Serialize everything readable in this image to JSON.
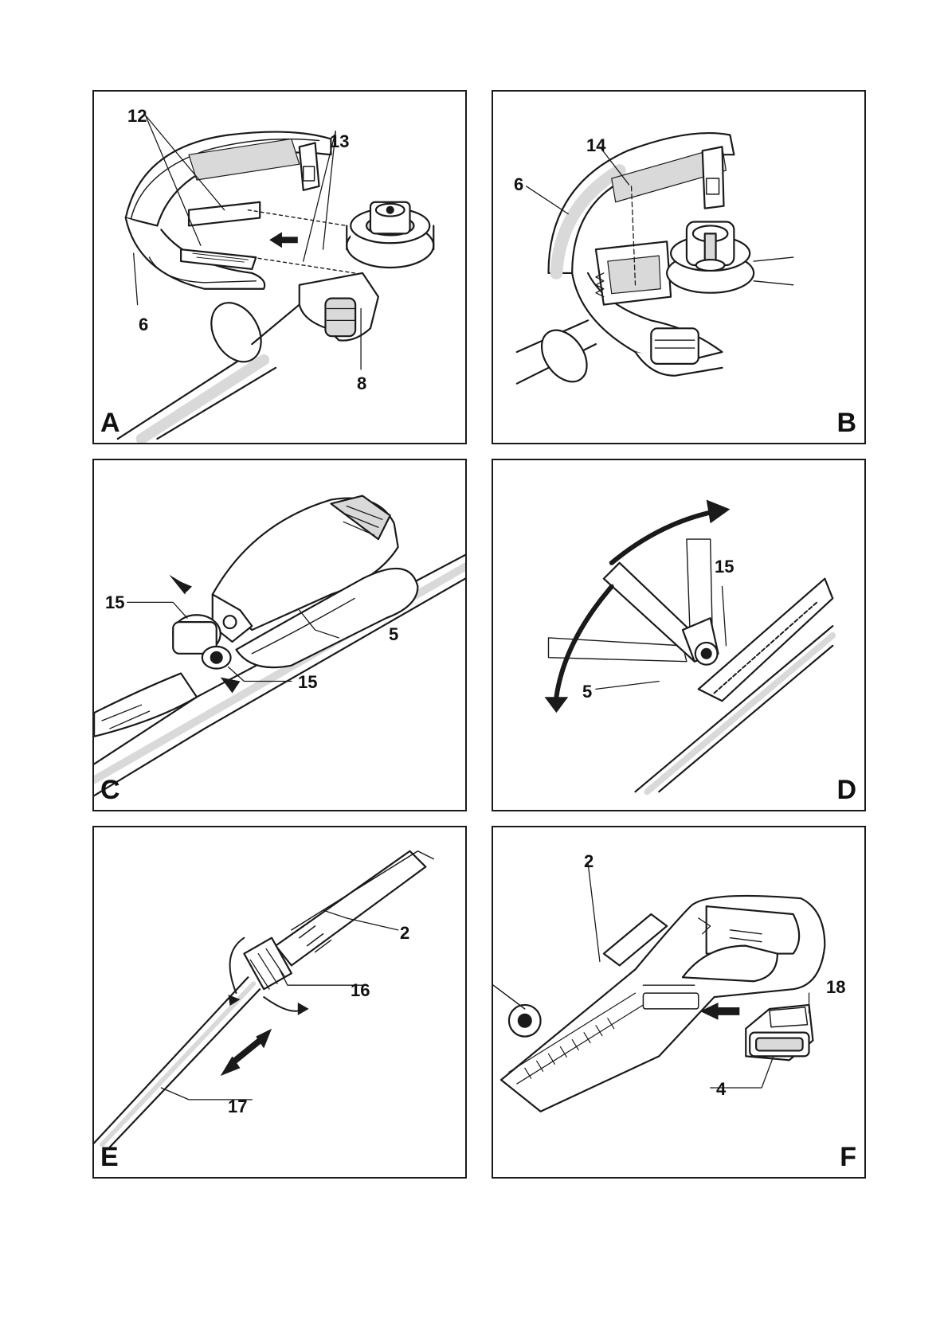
{
  "colors": {
    "line": "#1a1a1a",
    "shade": "#d9d9d9",
    "fill": "#ffffff"
  },
  "panels": [
    {
      "id": "A",
      "letter": "A",
      "callouts": [
        "12",
        "13",
        "6",
        "8"
      ]
    },
    {
      "id": "B",
      "letter": "B",
      "callouts": [
        "14",
        "6"
      ]
    },
    {
      "id": "C",
      "letter": "C",
      "callouts": [
        "15",
        "5",
        "15"
      ]
    },
    {
      "id": "D",
      "letter": "D",
      "callouts": [
        "15",
        "5"
      ]
    },
    {
      "id": "E",
      "letter": "E",
      "callouts": [
        "2",
        "16",
        "17"
      ]
    },
    {
      "id": "F",
      "letter": "F",
      "callouts": [
        "2",
        "18",
        "4"
      ]
    }
  ],
  "icons": [
    "arrow-icon",
    "rotation-arrow-icon",
    "double-arrow-icon"
  ]
}
